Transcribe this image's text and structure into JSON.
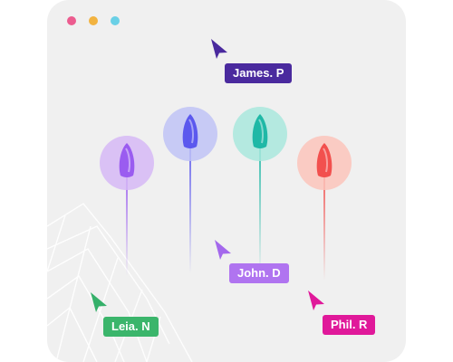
{
  "window_controls": {
    "close_color": "#ec5c8f",
    "minimize_color": "#f2b340",
    "maximize_color": "#6ad0e6"
  },
  "pins": [
    {
      "name": "purple",
      "color": "#9a5cf0",
      "halo": "#d6b8f6"
    },
    {
      "name": "indigo",
      "color": "#5b58ee",
      "halo": "#bfc3f6"
    },
    {
      "name": "teal",
      "color": "#1fb8a6",
      "halo": "#a9e8dd"
    },
    {
      "name": "coral",
      "color": "#f2504e",
      "halo": "#fbc4bb"
    }
  ],
  "collaborators": [
    {
      "label": "James. P",
      "color": "#4a2a9e",
      "cursor_color": "#4a2a9e"
    },
    {
      "label": "John. D",
      "color": "#b074f0",
      "cursor_color": "#a468ec"
    },
    {
      "label": "Leia. N",
      "color": "#3bb56b",
      "cursor_color": "#35b06a"
    },
    {
      "label": "Phil. R",
      "color": "#e0199a",
      "cursor_color": "#e0199a"
    }
  ]
}
